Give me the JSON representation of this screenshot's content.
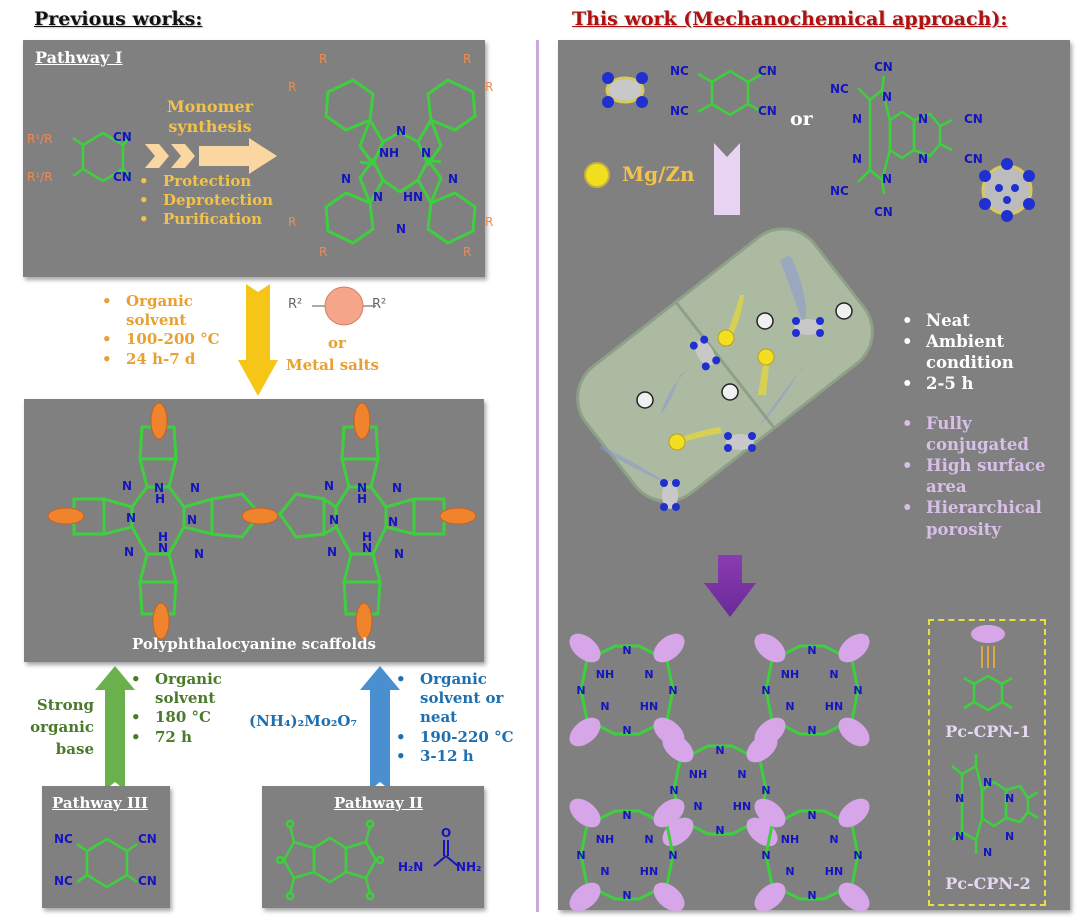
{
  "left": {
    "heading": "Previous works:",
    "pathway1": {
      "title": "Pathway I",
      "substituent": "R¹/R",
      "cn": "CN",
      "step_title_line1": "Monomer",
      "step_title_line2": "synthesis",
      "steps": [
        "Protection",
        "Deprotection",
        "Purification"
      ],
      "r_label": "R",
      "n": "N",
      "nh": "NH",
      "hn": "HN"
    },
    "conditions1": {
      "items": [
        "Organic solvent",
        "100-200 °C",
        "24 h-7 d"
      ],
      "linker_r": "R²",
      "or": "or",
      "metal_salts": "Metal salts"
    },
    "scaffold": {
      "label": "Polyphthalocyanine scaffolds",
      "n": "N",
      "nh": "N",
      "h": "H"
    },
    "pathway3_conditions": {
      "reagent_line1": "Strong",
      "reagent_line2": "organic",
      "reagent_line3": "base",
      "items": [
        "Organic solvent",
        "180 °C",
        "72 h"
      ]
    },
    "pathway2_conditions": {
      "reagent": "(NH₄)₂Mo₂O₇",
      "items": [
        "Organic solvent or neat",
        "190-220 °C",
        "3-12 h"
      ]
    },
    "pathway3": {
      "title": "Pathway III",
      "nc": "NC",
      "cn": "CN"
    },
    "pathway2": {
      "title": "Pathway II",
      "o": "O",
      "h2n": "H₂N",
      "nh2": "NH₂"
    }
  },
  "right": {
    "heading": "This work (Mechanochemical approach):",
    "monomers": {
      "nc": "NC",
      "cn": "CN",
      "n": "N",
      "or": "or"
    },
    "metal": "Mg/Zn",
    "conditions": [
      "Neat",
      "Ambient condition",
      "2-5 h"
    ],
    "features": [
      "Fully conjugated",
      "High surface area",
      "Hierarchical porosity"
    ],
    "network": {
      "n": "N",
      "nh": "NH",
      "hn": "HN"
    },
    "legend": {
      "cpn1": "Pc-CPN-1",
      "cpn2": "Pc-CPN-2",
      "n": "N"
    }
  },
  "colors": {
    "panel": "#808080",
    "orange_text": "#e8a030",
    "monomer_yellow": "#f2c24a",
    "green_text": "#4a7a2a",
    "blue_text": "#1d6fb0",
    "red_heading": "#b01010",
    "lavender": "#d8bfe8",
    "ring_green": "#3ecf3e",
    "nitrogen_blue": "#1515c0"
  }
}
